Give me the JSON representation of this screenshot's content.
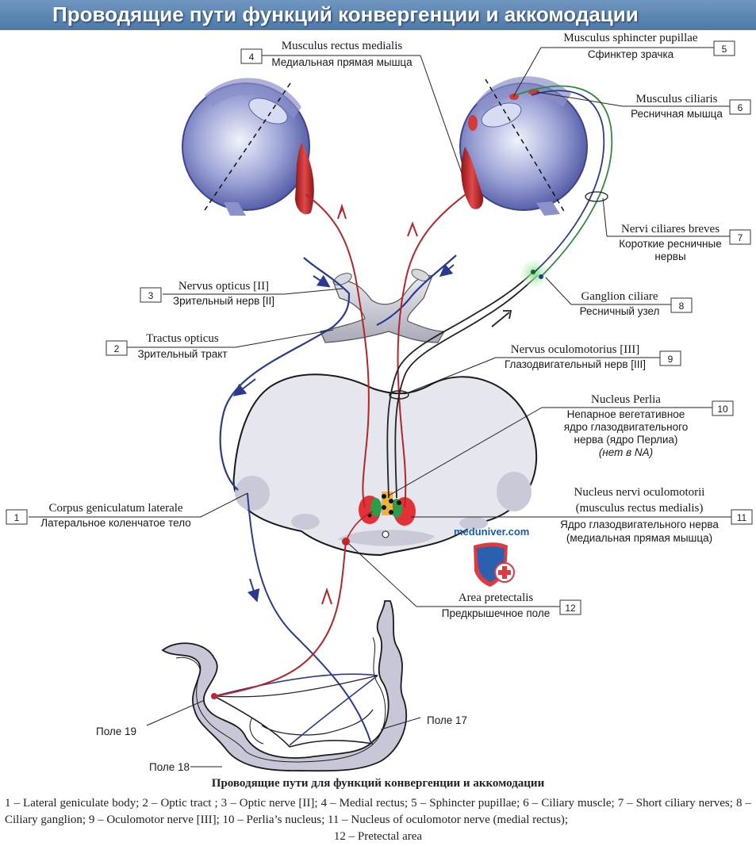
{
  "header": {
    "title": "Проводящие пути функций конвергенции и аккомодации"
  },
  "labels": [
    {
      "num": "1",
      "latin": "Corpus geniculatum laterale",
      "ru": [
        "Латеральное коленчатое тело"
      ]
    },
    {
      "num": "2",
      "latin": "Tractus opticus",
      "ru": [
        "Зрительный тракт"
      ]
    },
    {
      "num": "3",
      "latin": "Nervus opticus [II]",
      "ru": [
        "Зрительный нерв [II]"
      ]
    },
    {
      "num": "4",
      "latin": "Musculus rectus medialis",
      "ru": [
        "Медиальная прямая мышца"
      ]
    },
    {
      "num": "5",
      "latin": "Musculus sphincter pupillae",
      "ru": [
        "Сфинктер зрачка"
      ]
    },
    {
      "num": "6",
      "latin": "Musculus ciliaris",
      "ru": [
        "Ресничная мышца"
      ]
    },
    {
      "num": "7",
      "latin": "Nervi ciliares breves",
      "ru": [
        "Короткие ресничные",
        "нервы"
      ]
    },
    {
      "num": "8",
      "latin": "Ganglion ciliare",
      "ru": [
        "Ресничный узел"
      ]
    },
    {
      "num": "9",
      "latin": "Nervus oculomotorius [III]",
      "ru": [
        "Глазодвигательный нерв [III]"
      ]
    },
    {
      "num": "10",
      "latin": "Nucleus Perlia",
      "ru": [
        "Непарное вегетативное",
        "ядро  глазодвигательного",
        "нерва (ядро Перлиа)",
        "(нет в NA)"
      ]
    },
    {
      "num": "11",
      "latin": "Nucleus nervi oculomotorii",
      "latin2": "(musculus rectus medialis)",
      "ru": [
        "Ядро глазодвигательного нерва",
        "(медиальная прямая мышца)"
      ]
    },
    {
      "num": "12",
      "latin": "Area pretectalis",
      "ru": [
        "Предкрышечное поле"
      ]
    }
  ],
  "fields": {
    "f19": "Поле 19",
    "f17": "Поле 17",
    "f18": "Поле 18"
  },
  "watermark": "meduniver.com",
  "caption": {
    "title": "Проводящие пути для функций конвергенции и аккомодации",
    "legend": "1 – Lateral geniculate body; 2 – Optic tract ; 3 – Optic nerve [II]; 4 – Medial rectus; 5 – Sphincter pupillae; 6 – Ciliary muscle; 7 – Short ciliary nerves; 8 – Ciliary ganglion; 9 – Oculomotor nerve [III]; 10 – Perlia’s nucleus; 11 – Nucleus of oculomotor nerve (medial rectus);",
    "last": "12 – Pretectal area"
  },
  "colors": {
    "red": "#b3262a",
    "blue": "#2a3b8f",
    "green": "#2e8b3e",
    "dark": "#222222",
    "brain": "#e4e4ee",
    "eye": "#5d67b3"
  }
}
